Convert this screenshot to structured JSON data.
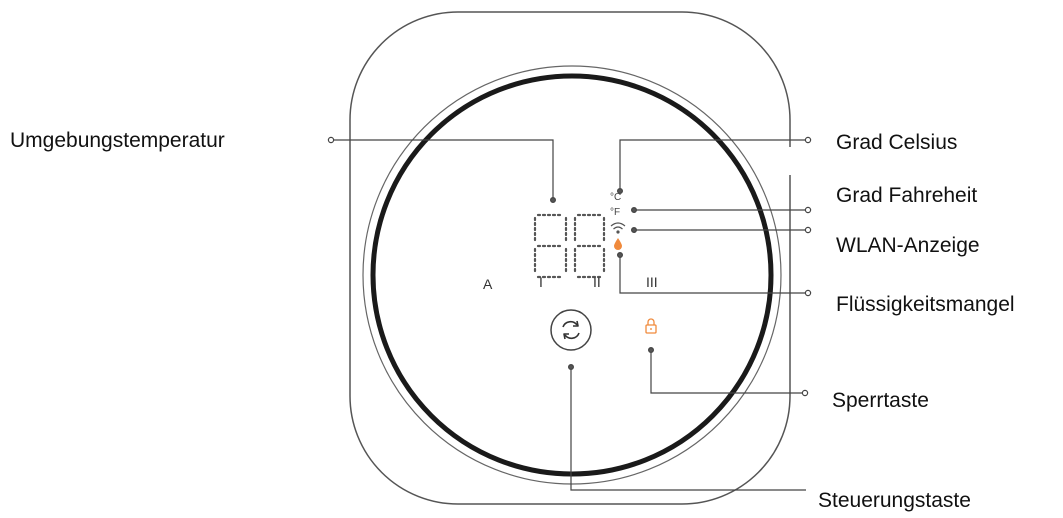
{
  "labels": {
    "ambient_temperature": "Umgebungstemperatur",
    "celsius": "Grad Celsius",
    "fahrenheit": "Grad Fahreheit",
    "wlan": "WLAN-Anzeige",
    "liquid_shortage": "Flüssigkeitsmangel",
    "lock_key": "Sperrtaste",
    "control_key": "Steuerungstaste"
  },
  "display": {
    "digits": "88",
    "mode_auto": "A",
    "mode_1": "I",
    "mode_2": "II",
    "mode_3": "III",
    "unit_c": "°C",
    "unit_f": "°F"
  },
  "icons": {
    "cycle": "cycle-arrows-icon",
    "lock": "lock-icon",
    "wifi": "wifi-icon",
    "drop": "water-drop-icon"
  },
  "colors": {
    "accent": "#f08a3c",
    "outline": "#444444",
    "ring": "#1a1a1a"
  }
}
